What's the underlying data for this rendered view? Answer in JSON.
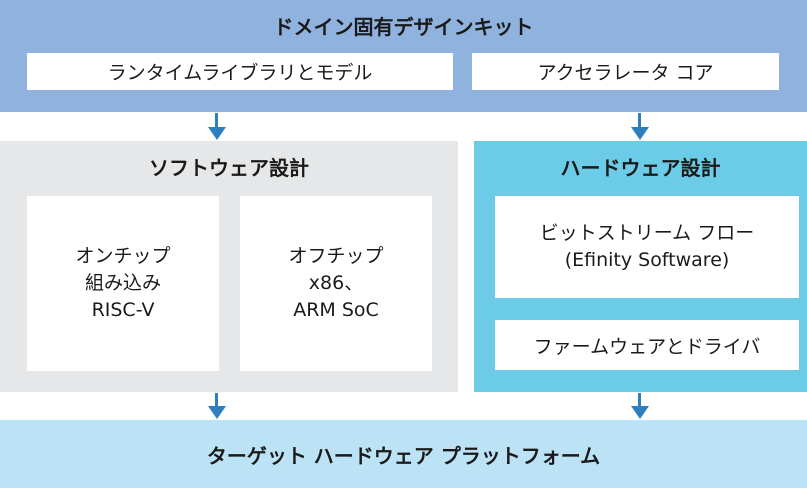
{
  "top": {
    "title": "ドメイン固有デザインキット",
    "runtime_label": "ランタイムライブラリとモデル",
    "accelerator_label": "アクセラレータ コア"
  },
  "software": {
    "title": "ソフトウェア設計",
    "onchip_lines": [
      "オンチップ",
      "組み込み",
      "RISC-V"
    ],
    "offchip_lines": [
      "オフチップ",
      "x86、",
      "ARM SoC"
    ]
  },
  "hardware": {
    "title": "ハードウェア設計",
    "bitstream_lines": [
      "ビットストリーム フロー",
      "(Efinity Software)"
    ],
    "firmware_label": "ファームウェアとドライバ"
  },
  "bottom": {
    "title": "ターゲット ハードウェア プラットフォーム"
  },
  "colors": {
    "top_band": "#8fb2de",
    "software_panel": "#e6e7e8",
    "hardware_panel": "#6ccbe6",
    "bottom_band": "#bce3f5",
    "arrow": "#2d7fbf"
  }
}
